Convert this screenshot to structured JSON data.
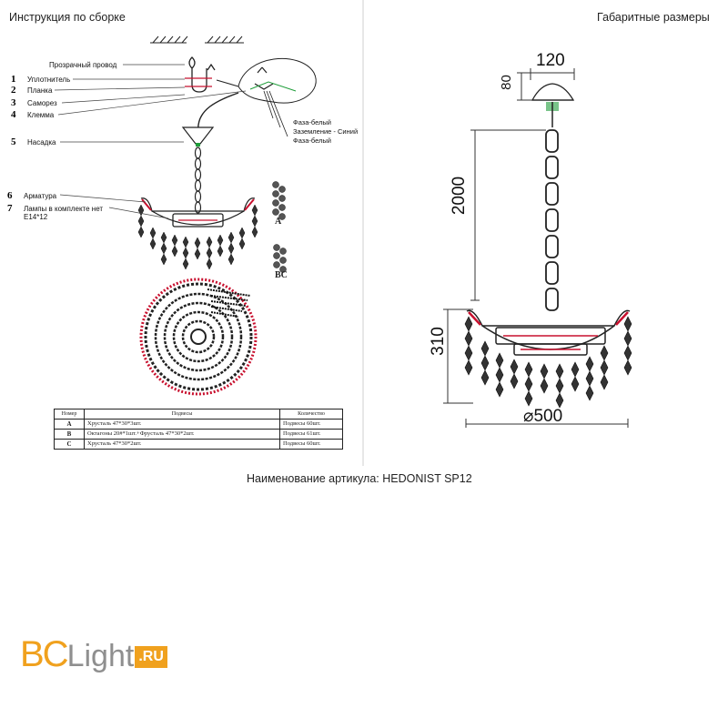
{
  "headers": {
    "left": "Инструкция по сборке",
    "right": "Габаритные размеры"
  },
  "callouts": [
    {
      "num": "",
      "text": "Прозрачный провод"
    },
    {
      "num": "1",
      "text": "Уплотнитель"
    },
    {
      "num": "2",
      "text": "Планка"
    },
    {
      "num": "3",
      "text": "Саморез"
    },
    {
      "num": "4",
      "text": "Клемма"
    },
    {
      "num": "5",
      "text": "Насадка"
    },
    {
      "num": "6",
      "text": "Арматура"
    },
    {
      "num": "7",
      "text": "Лампы в комплекте нет"
    }
  ],
  "lamp_spec": "E14*12",
  "wire_labels": {
    "phase_top": "Фаза-белый",
    "ground": "Заземление - Синий",
    "phase_bottom": "Фаза-белый"
  },
  "detail_labels": {
    "a": "A",
    "bc": "BC"
  },
  "table": {
    "headers": [
      "Номер",
      "Подвесы",
      "Количество"
    ],
    "rows": [
      {
        "code": "A",
        "desc": "Хрусталь 47*30*3шт.",
        "qty": "Подвесы 60шт."
      },
      {
        "code": "B",
        "desc": "Октагоны 20#*1шт.+Фрусталь 47*30*2шт.",
        "qty": "Подвесы 61шт."
      },
      {
        "code": "C",
        "desc": "Хрусталь 47*30*2шт.",
        "qty": "Подвесы 60шт."
      }
    ]
  },
  "dimensions": {
    "canopy_width": "120",
    "canopy_height": "80",
    "chain_length": "2000",
    "body_height": "310",
    "diameter": "⌀500"
  },
  "article": "Наименование артикула: HEDONIST SP12",
  "logo": {
    "part1": "BC",
    "part2": "Light",
    "part3": ".RU"
  },
  "colors": {
    "logo_orange": "#f0a11e",
    "logo_gray": "#8f8f8f",
    "red_trim": "#c8102e",
    "green_marks": "#1f9d3a"
  }
}
